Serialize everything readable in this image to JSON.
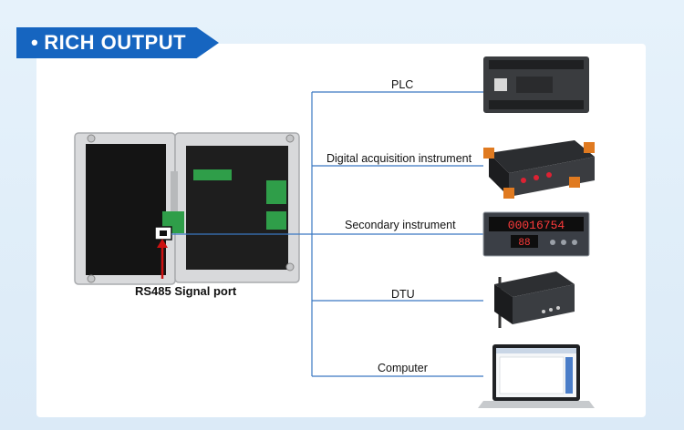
{
  "banner": {
    "bullet": "•",
    "title": "RICH OUTPUT"
  },
  "device": {
    "signal_port_label": "RS485 Signal port"
  },
  "outputs": [
    {
      "label": "PLC"
    },
    {
      "label": "Digital acquisition instrument"
    },
    {
      "label": "Secondary instrument",
      "display_top": "00016754",
      "display_bottom": "88"
    },
    {
      "label": "DTU"
    },
    {
      "label": "Computer"
    }
  ],
  "colors": {
    "banner": "#1665c0",
    "line": "#3a78c2",
    "arrow": "#cc1111",
    "background": "#e2eff9"
  }
}
